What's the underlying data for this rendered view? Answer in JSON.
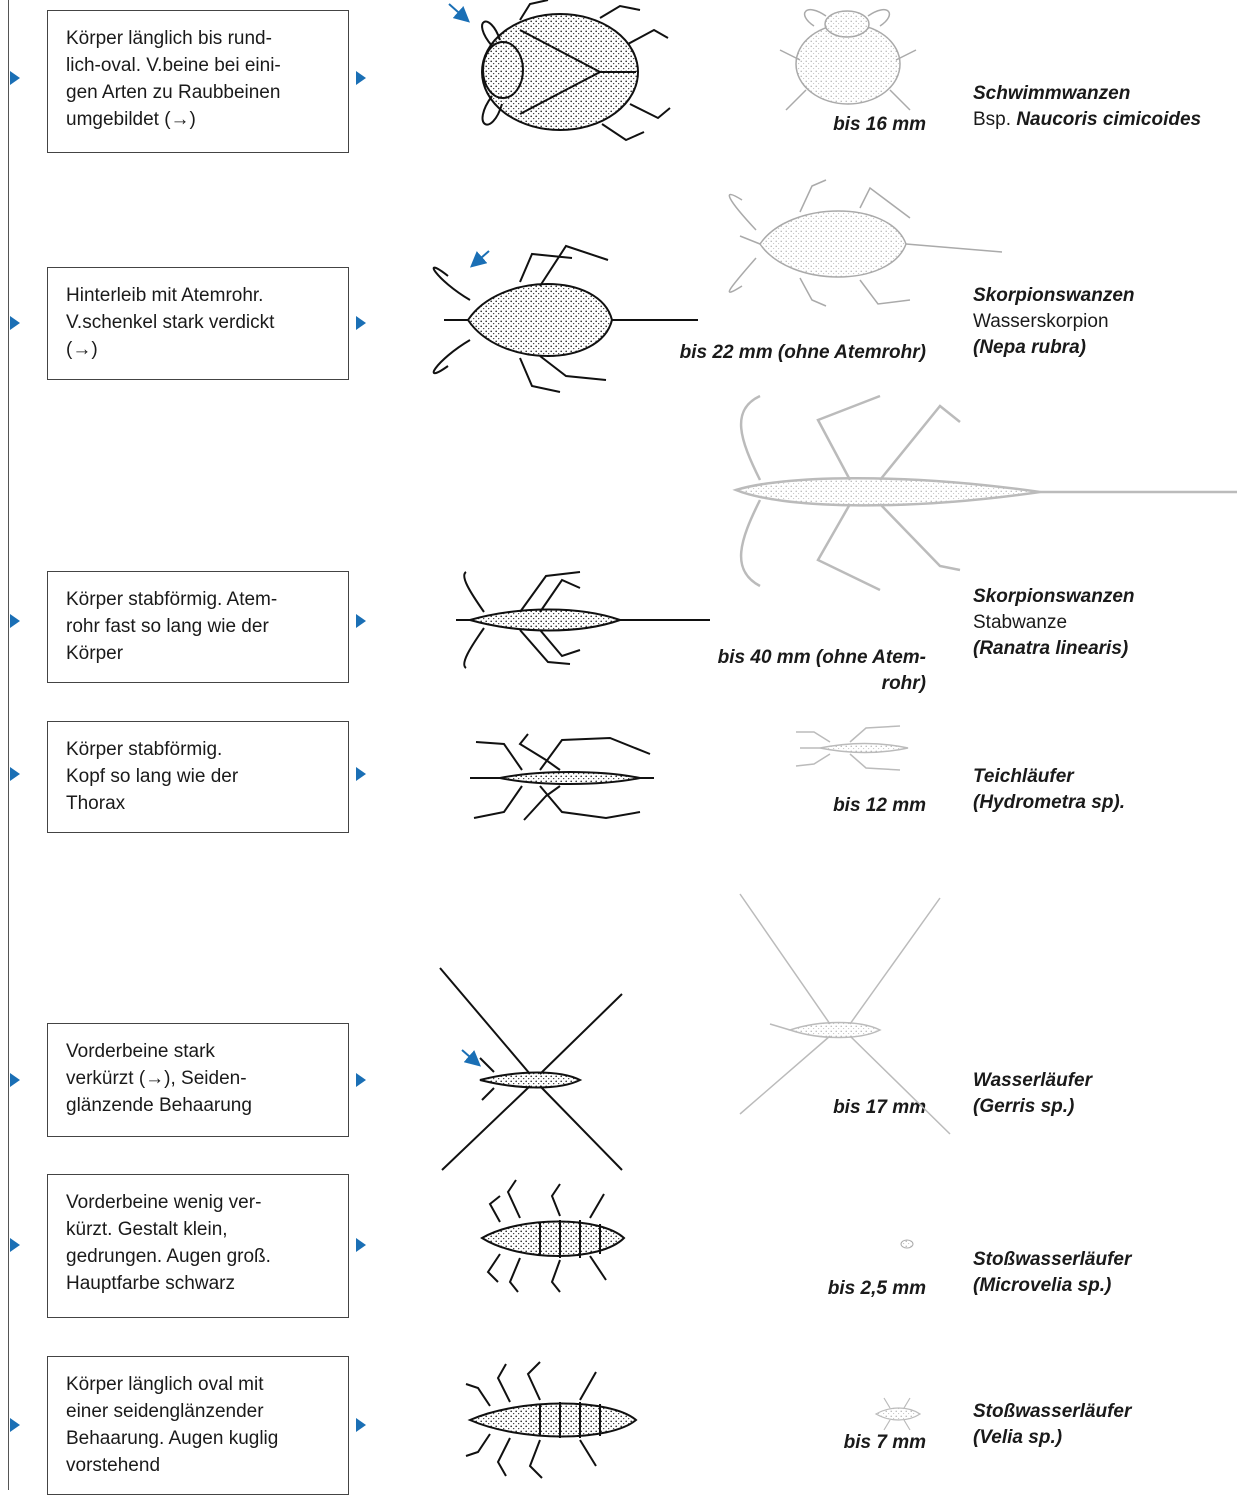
{
  "colors": {
    "accent": "#1a6fb5",
    "ink": "#1a1a1a",
    "faint": "#b8b8b8"
  },
  "rows": [
    {
      "lines": [
        "Körper länglich bis rund-",
        "lich-oval. V.beine bei eini-",
        "gen Arten zu Raubbeinen",
        "umgebildet (→)"
      ],
      "size_lines": [
        "bis 16 mm"
      ],
      "family": "Schwimmwanzen",
      "common": "Bsp. ",
      "latin": "Naucoris cimicoides"
    },
    {
      "lines": [
        "Hinterleib mit Atemrohr.",
        "V.schenkel stark verdickt",
        "(→)"
      ],
      "size_lines": [
        "bis 22 mm (ohne Atemrohr)"
      ],
      "family": "Skorpionswanzen",
      "common": "Wasserskorpion",
      "latin": "(Nepa rubra)"
    },
    {
      "lines": [
        "Körper stabförmig. Atem-",
        "rohr fast so lang wie der",
        "Körper"
      ],
      "size_lines": [
        "bis 40 mm (ohne Atem-",
        "rohr)"
      ],
      "family": "Skorpionswanzen",
      "common": "Stabwanze",
      "latin": "(Ranatra linearis)"
    },
    {
      "lines": [
        "Körper stabförmig.",
        "Kopf so lang wie der",
        "Thorax"
      ],
      "size_lines": [
        "bis 12 mm"
      ],
      "family": "Teichläufer",
      "latin": "(Hydrometra sp)."
    },
    {
      "lines": [
        "Vorderbeine stark",
        "verkürzt (→), Seiden-",
        "glänzende Behaarung"
      ],
      "size_lines": [
        "bis 17 mm"
      ],
      "family": "Wasserläufer",
      "latin": "(Gerris sp.)"
    },
    {
      "lines": [
        "Vorderbeine wenig ver-",
        "kürzt. Gestalt klein,",
        "gedrungen. Augen groß.",
        "Hauptfarbe schwarz"
      ],
      "size_lines": [
        "bis 2,5 mm"
      ],
      "family": "Stoßwasserläufer",
      "latin": "(Microvelia sp.)"
    },
    {
      "lines": [
        "Körper länglich oval mit",
        "einer seidenglänzender",
        "Behaarung. Augen kuglig",
        "vorstehend"
      ],
      "size_lines": [
        "bis 7 mm"
      ],
      "family": "Stoßwasserläufer",
      "latin": "(Velia sp.)"
    }
  ]
}
